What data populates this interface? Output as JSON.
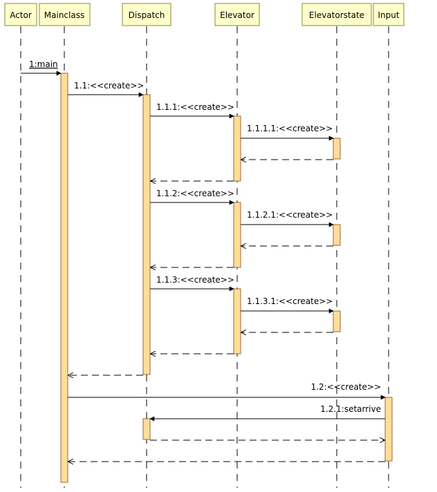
{
  "diagram": {
    "lifelines": [
      {
        "id": "actor",
        "label": "Actor"
      },
      {
        "id": "mainclass",
        "label": "Mainclass"
      },
      {
        "id": "dispatch",
        "label": "Dispatch"
      },
      {
        "id": "elevator",
        "label": "Elevator"
      },
      {
        "id": "elevatorstate",
        "label": "Elevatorstate"
      },
      {
        "id": "input",
        "label": "Input"
      }
    ],
    "messages": [
      {
        "from": "actor",
        "to": "mainclass",
        "label": "1:main",
        "kind": "call"
      },
      {
        "from": "mainclass",
        "to": "dispatch",
        "label": "1.1:<<create>>",
        "kind": "call"
      },
      {
        "from": "dispatch",
        "to": "elevator",
        "label": "1.1.1:<<create>>",
        "kind": "call"
      },
      {
        "from": "elevator",
        "to": "elevatorstate",
        "label": "1.1.1.1:<<create>>",
        "kind": "call"
      },
      {
        "from": "elevatorstate",
        "to": "elevator",
        "label": "",
        "kind": "return"
      },
      {
        "from": "elevator",
        "to": "dispatch",
        "label": "",
        "kind": "return"
      },
      {
        "from": "dispatch",
        "to": "elevator",
        "label": "1.1.2:<<create>>",
        "kind": "call"
      },
      {
        "from": "elevator",
        "to": "elevatorstate",
        "label": "1.1.2.1:<<create>>",
        "kind": "call"
      },
      {
        "from": "elevatorstate",
        "to": "elevator",
        "label": "",
        "kind": "return"
      },
      {
        "from": "elevator",
        "to": "dispatch",
        "label": "",
        "kind": "return"
      },
      {
        "from": "dispatch",
        "to": "elevator",
        "label": "1.1.3:<<create>>",
        "kind": "call"
      },
      {
        "from": "elevator",
        "to": "elevatorstate",
        "label": "1.1.3.1:<<create>>",
        "kind": "call"
      },
      {
        "from": "elevatorstate",
        "to": "elevator",
        "label": "",
        "kind": "return"
      },
      {
        "from": "elevator",
        "to": "dispatch",
        "label": "",
        "kind": "return"
      },
      {
        "from": "dispatch",
        "to": "mainclass",
        "label": "",
        "kind": "return"
      },
      {
        "from": "mainclass",
        "to": "input",
        "label": "1.2:<<create>>",
        "kind": "call"
      },
      {
        "from": "input",
        "to": "dispatch",
        "label": "1.2.1:setarrive",
        "kind": "call"
      },
      {
        "from": "dispatch",
        "to": "input",
        "label": "",
        "kind": "return"
      },
      {
        "from": "input",
        "to": "mainclass",
        "label": "",
        "kind": "return"
      }
    ],
    "colors": {
      "header_fill": "#ffffcc",
      "header_stroke": "#888833",
      "activation_fill": "#ffdd99",
      "activation_stroke": "#996633",
      "line": "#000000"
    }
  }
}
